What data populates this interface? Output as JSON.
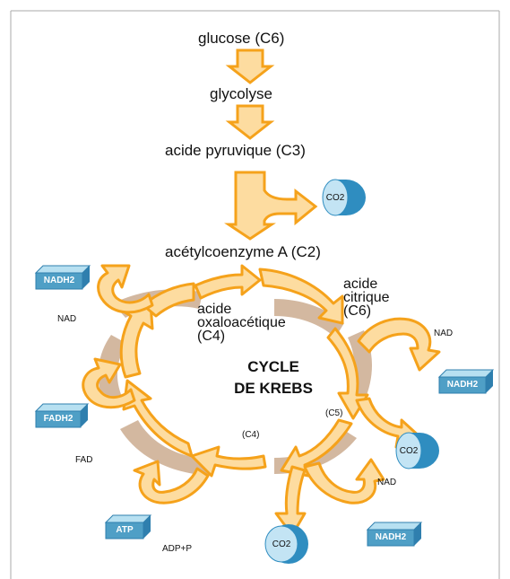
{
  "main_axis": {
    "glucose": "glucose (C6)",
    "glycolyse": "glycolyse",
    "pyruvique": "acide pyruvique (C3)",
    "acetyl": "acétylcoenzyme A (C2)"
  },
  "cycle_title": [
    "CYCLE",
    "DE KREBS"
  ],
  "intermediates": {
    "oxalo": [
      "acide",
      "oxaloacétique",
      "(C4)"
    ],
    "citrique": [
      "acide",
      "citrique",
      "(C6)"
    ],
    "c5": "(C5)",
    "c4": "(C4)"
  },
  "cofactors": {
    "nad_left": "NAD",
    "nad_right": "NAD",
    "nad_bottom": "NAD",
    "fad": "FAD",
    "adp": "ADP+P"
  },
  "products": {
    "nadh2_top_left": "NADH2",
    "nadh2_right": "NADH2",
    "nadh2_bottom": "NADH2",
    "fadh2": "FADH2",
    "atp": "ATP",
    "co2": "CO2"
  },
  "colors": {
    "arrow_fill": "#FDDCA0",
    "arrow_edge": "#F5A21B",
    "shadow": "#D3B8A0",
    "box_front": "#4F9FC6",
    "box_top": "#B7E0F1",
    "co2_front": "#C3E4F4",
    "co2_side": "#2F8DC0"
  }
}
